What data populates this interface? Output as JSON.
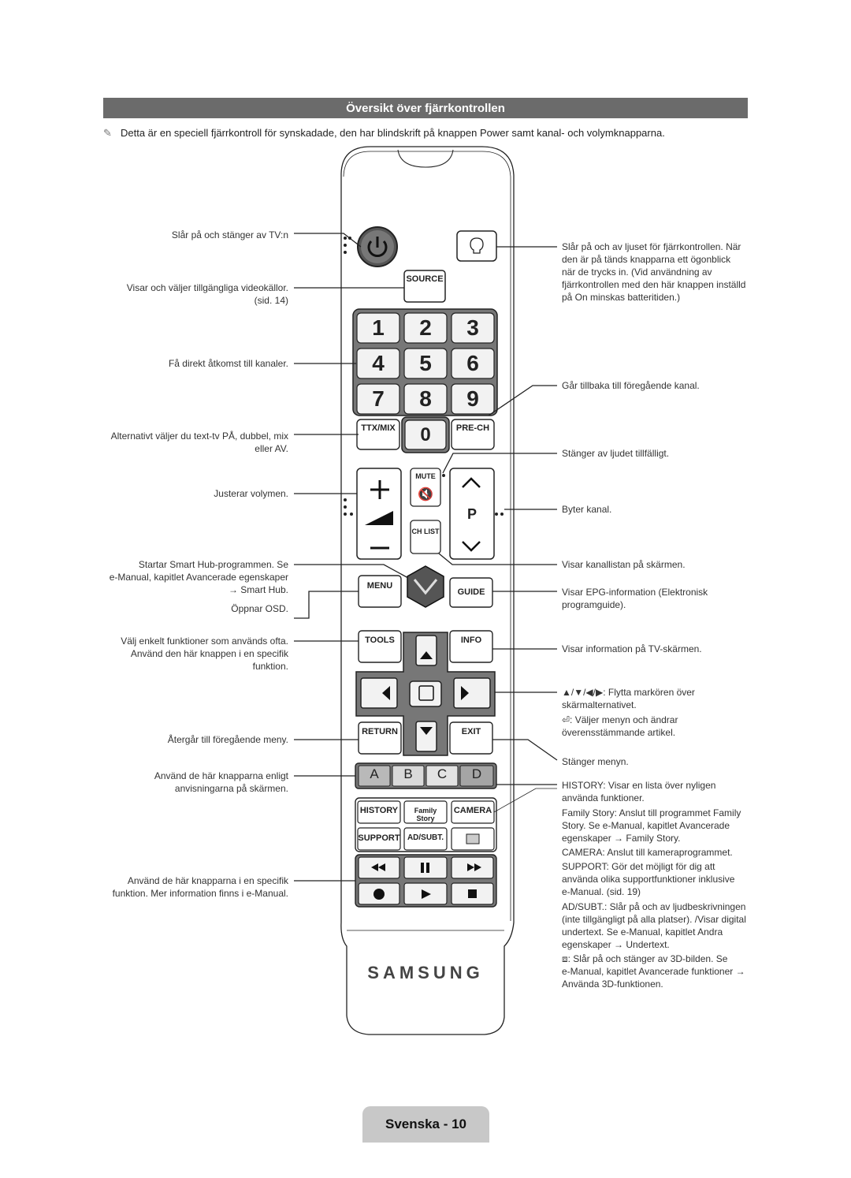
{
  "header": {
    "title": "Översikt över fjärrkontrollen"
  },
  "note": {
    "icon": "pencil-icon",
    "text": "Detta är en speciell fjärrkontroll för synskadade, den har blindskrift på knappen Power samt kanal- och volymknapparna."
  },
  "left_labels": {
    "power": [
      "Slår på och stänger av TV:n"
    ],
    "source": [
      "Visar och väljer tillgängliga videokällor.",
      "(sid. 14)"
    ],
    "channels": [
      "Få direkt åtkomst till kanaler."
    ],
    "ttx": [
      "Alternativt väljer du text-tv PÅ, dubbel, mix",
      "eller AV."
    ],
    "volume": [
      "Justerar volymen."
    ],
    "smart": [
      "Startar Smart Hub-programmen. Se",
      "e-Manual, kapitlet Avancerade egenskaper",
      "→ Smart Hub."
    ],
    "menu": [
      "Öppnar OSD."
    ],
    "tools": [
      "Välj enkelt funktioner som används ofta.",
      "Använd den här knappen i en specifik",
      "funktion."
    ],
    "return": [
      "Återgår till föregående meny."
    ],
    "colors": [
      "Använd de här knapparna enligt",
      "anvisningarna på skärmen."
    ],
    "media": [
      "Använd de här knapparna i en specifik",
      "funktion. Mer information finns i e-Manual."
    ]
  },
  "right_labels": {
    "light": [
      "Slår på och av ljuset för fjärrkontrollen. När",
      "den är på tänds knapparna ett ögonblick",
      "när de trycks in. (Vid användning av",
      "fjärrkontrollen med den här knappen inställd",
      "på On minskas batteritiden.)"
    ],
    "prech": [
      "Går tillbaka till föregående kanal."
    ],
    "mute": [
      "Stänger av ljudet tillfälligt."
    ],
    "channel": [
      "Byter kanal."
    ],
    "chlist": [
      "Visar kanallistan på skärmen."
    ],
    "guide": [
      "Visar EPG-information (Elektronisk",
      "programguide)."
    ],
    "info": [
      "Visar information på TV-skärmen."
    ],
    "arrows": [
      "▲/▼/◀/▶: Flytta markören över",
      "skärmalternativet."
    ],
    "enter": [
      "⏎: Väljer menyn och ändrar",
      "överensstämmande artikel."
    ],
    "exit": [
      "Stänger menyn."
    ],
    "history": [
      "HISTORY: Visar en lista över nyligen",
      "använda funktioner."
    ],
    "family": [
      "Family Story: Anslut till programmet Family",
      "Story. Se e-Manual, kapitlet Avancerade",
      "egenskaper → Family Story."
    ],
    "camera": [
      "CAMERA: Anslut till kameraprogrammet."
    ],
    "support": [
      "SUPPORT: Gör det möjligt för dig att",
      "använda olika supportfunktioner inklusive",
      "e-Manual. (sid. 19)"
    ],
    "adsubt": [
      "AD/SUBT.: Slår på och av ljudbeskrivningen",
      "(inte tillgängligt på alla platser). /Visar digital",
      "undertext. Se e-Manual, kapitlet Andra",
      "egenskaper → Undertext."
    ],
    "threed": [
      "⧈: Slår på och stänger av 3D-bilden. Se",
      "e-Manual, kapitlet Avancerade funktioner →",
      "Använda 3D-funktionen."
    ]
  },
  "remote": {
    "brand": "SAMSUNG",
    "source": "SOURCE",
    "digits": [
      "1",
      "2",
      "3",
      "4",
      "5",
      "6",
      "7",
      "8",
      "9",
      "0"
    ],
    "ttx": "TTX/MIX",
    "prech": "PRE-CH",
    "mute": "MUTE",
    "p": "P",
    "chlist": "CH LIST",
    "menu": "MENU",
    "guide": "GUIDE",
    "tools": "TOOLS",
    "info": "INFO",
    "return": "RETURN",
    "exit": "EXIT",
    "colors": [
      "A",
      "B",
      "C",
      "D"
    ],
    "history": "HISTORY",
    "family": "Family Story",
    "camera": "CAMERA",
    "support": "SUPPORT",
    "adsubt": "AD/SUBT.",
    "color_values": {
      "a": "#b9b9b9",
      "b": "#d9d9d9",
      "c": "#e3e3e3",
      "d": "#a5a5a5"
    }
  },
  "footer": {
    "label": "Svenska - 10"
  }
}
